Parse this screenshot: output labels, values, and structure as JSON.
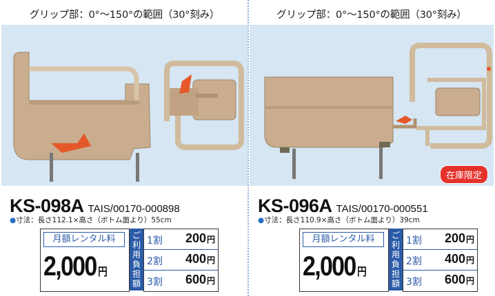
{
  "products": [
    {
      "caption": "グリップ部：0°〜150°の範囲（30°刻み）",
      "model": "KS-098A",
      "tais": "TAIS/00170-000898",
      "dims": "寸法：長さ112.1×高さ（ボトム面より）55cm",
      "price_label": "月額レンタル料",
      "price": "2,000",
      "yen": "円",
      "share_label": [
        "ご",
        "利",
        "用",
        "負",
        "担",
        "額"
      ],
      "shares": [
        {
          "rate": "1割",
          "price": "200",
          "yen": "円"
        },
        {
          "rate": "2割",
          "price": "400",
          "yen": "円"
        },
        {
          "rate": "3割",
          "price": "600",
          "yen": "円"
        }
      ]
    },
    {
      "caption": "グリップ部：0°〜150°の範囲（30°刻み）",
      "model": "KS-096A",
      "tais": "TAIS/00170-000551",
      "dims": "寸法：長さ110.9×高さ（ボトム面より）39cm",
      "badge": "在庫限定",
      "price_label": "月額レンタル料",
      "price": "2,000",
      "yen": "円",
      "share_label": [
        "ご",
        "利",
        "用",
        "負",
        "担",
        "額"
      ],
      "shares": [
        {
          "rate": "1割",
          "price": "200",
          "yen": "円"
        },
        {
          "rate": "2割",
          "price": "400",
          "yen": "円"
        },
        {
          "rate": "3割",
          "price": "600",
          "yen": "円"
        }
      ]
    }
  ],
  "colors": {
    "photo_bg": "#d6e6f2",
    "rail": "#c9ad8e",
    "accent_orange": "#e5582a",
    "badge_red": "#e4322a",
    "label_blue": "#2b5ba8"
  }
}
